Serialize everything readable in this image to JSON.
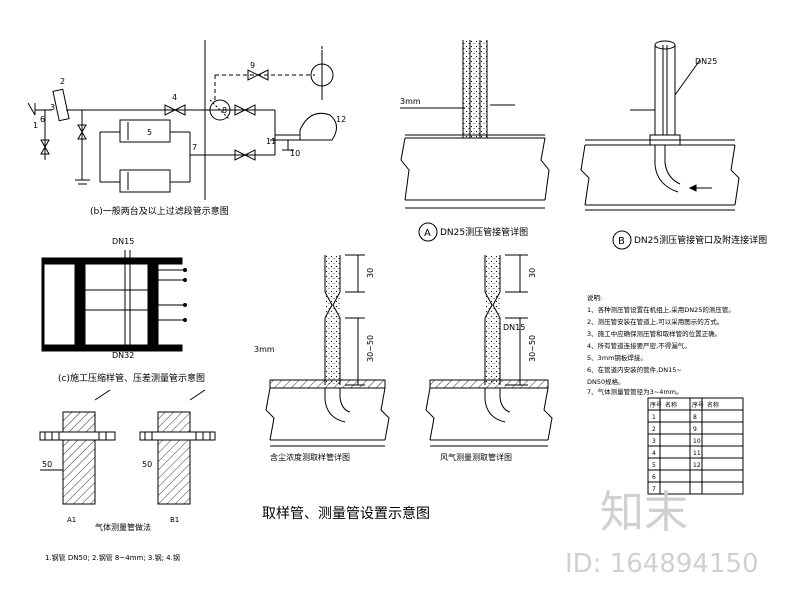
{
  "diagram_title": "取样管、测量管设置示意图",
  "caption_b": "(b)一般两台及以上过滤段管示意图",
  "caption_c": "(c)施工压缩样管、压差测量管示意图",
  "caption_a": "DN25测压管接管详图",
  "caption_b2": "DN25测压管接管口及附连接详图",
  "caption_sample_left": "含尘浓度测取样管详图",
  "caption_sample_right": "风气测量测取管详图",
  "caption_gas": "气体测量管做法",
  "circle_a": "A",
  "circle_b": "B",
  "label_dn25": "DN25",
  "label_dn15_top": "DN15",
  "label_dn15_mid": "DN15",
  "label_dn32": "DN32",
  "label_3mm_1": "3mm",
  "label_3mm_2": "3mm",
  "label_a1": "A1",
  "label_b1": "B1",
  "dim_30_a": "30",
  "dim_30_50_a": "30~50",
  "dim_30_b": "30",
  "dim_30_50_b": "30~50",
  "dim_50_a": "50",
  "dim_50_b": "50",
  "num_labels": [
    "1",
    "2",
    "3",
    "4",
    "5",
    "6",
    "7",
    "8",
    "9",
    "10",
    "11",
    "12"
  ],
  "bottom_note": "1.钢管 DN50; 2.钢管 8~4mm; 3.钢; 4.钢",
  "notes": [
    "说明:",
    "1、各种测压管设置在机组上,采用DN25的测压管。",
    "2、测压管安装在管道上,可以采用图示的方式。",
    "3、施工中应确保测压管和取样管的位置正确。",
    "4、所有管道连接要严密,不得漏气。",
    "5、3mm钢板焊接。",
    "6、在管道内安装的管件,DN15~",
    "   DN50规格。",
    "7、气体测量管管径为3~4mm。"
  ],
  "legend_table": [
    [
      "序号",
      "名称",
      "序号",
      "名称"
    ],
    [
      "1",
      "",
      "8",
      "",
      ""
    ],
    [
      "2",
      "",
      "9",
      ""
    ],
    [
      "3",
      "",
      "10",
      ""
    ],
    [
      "4",
      "",
      "11",
      ""
    ],
    [
      "5",
      "",
      "12",
      ""
    ],
    [
      "6",
      "",
      "",
      ""
    ],
    [
      "7",
      "",
      "",
      ""
    ]
  ],
  "watermark_logo": "知末",
  "watermark_id": "ID: 164894150"
}
